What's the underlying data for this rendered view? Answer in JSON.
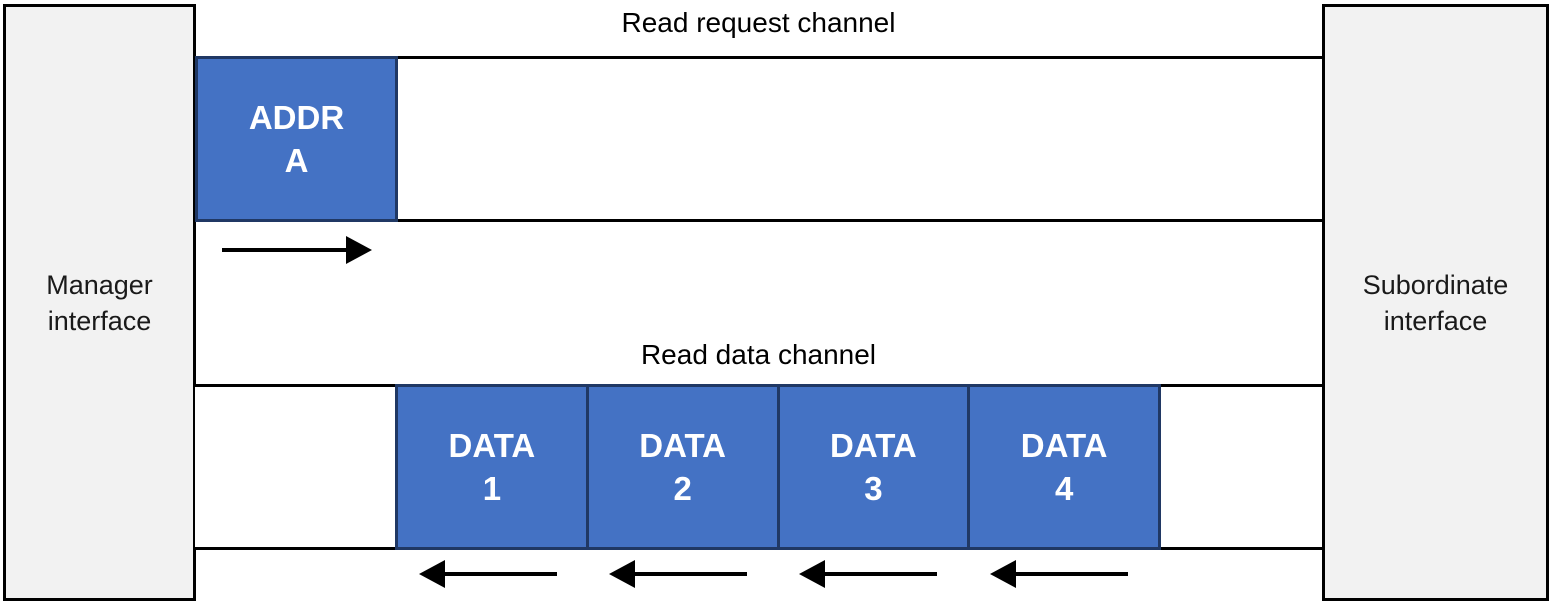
{
  "colors": {
    "transfer_fill": "#4472C4",
    "transfer_border": "#203864",
    "interface_fill": "#F2F2F2",
    "line_color": "#000000"
  },
  "interfaces": {
    "manager": {
      "line1": "Manager",
      "line2": "interface"
    },
    "subordinate": {
      "line1": "Subordinate",
      "line2": "interface"
    }
  },
  "request_channel": {
    "title": "Read request channel",
    "transfer": {
      "line1": "ADDR",
      "line2": "A"
    },
    "arrow_direction": "right"
  },
  "data_channel": {
    "title": "Read data channel",
    "transfers": [
      {
        "line1": "DATA",
        "line2": "1"
      },
      {
        "line1": "DATA",
        "line2": "2"
      },
      {
        "line1": "DATA",
        "line2": "3"
      },
      {
        "line1": "DATA",
        "line2": "4"
      }
    ],
    "arrow_direction": "left"
  }
}
